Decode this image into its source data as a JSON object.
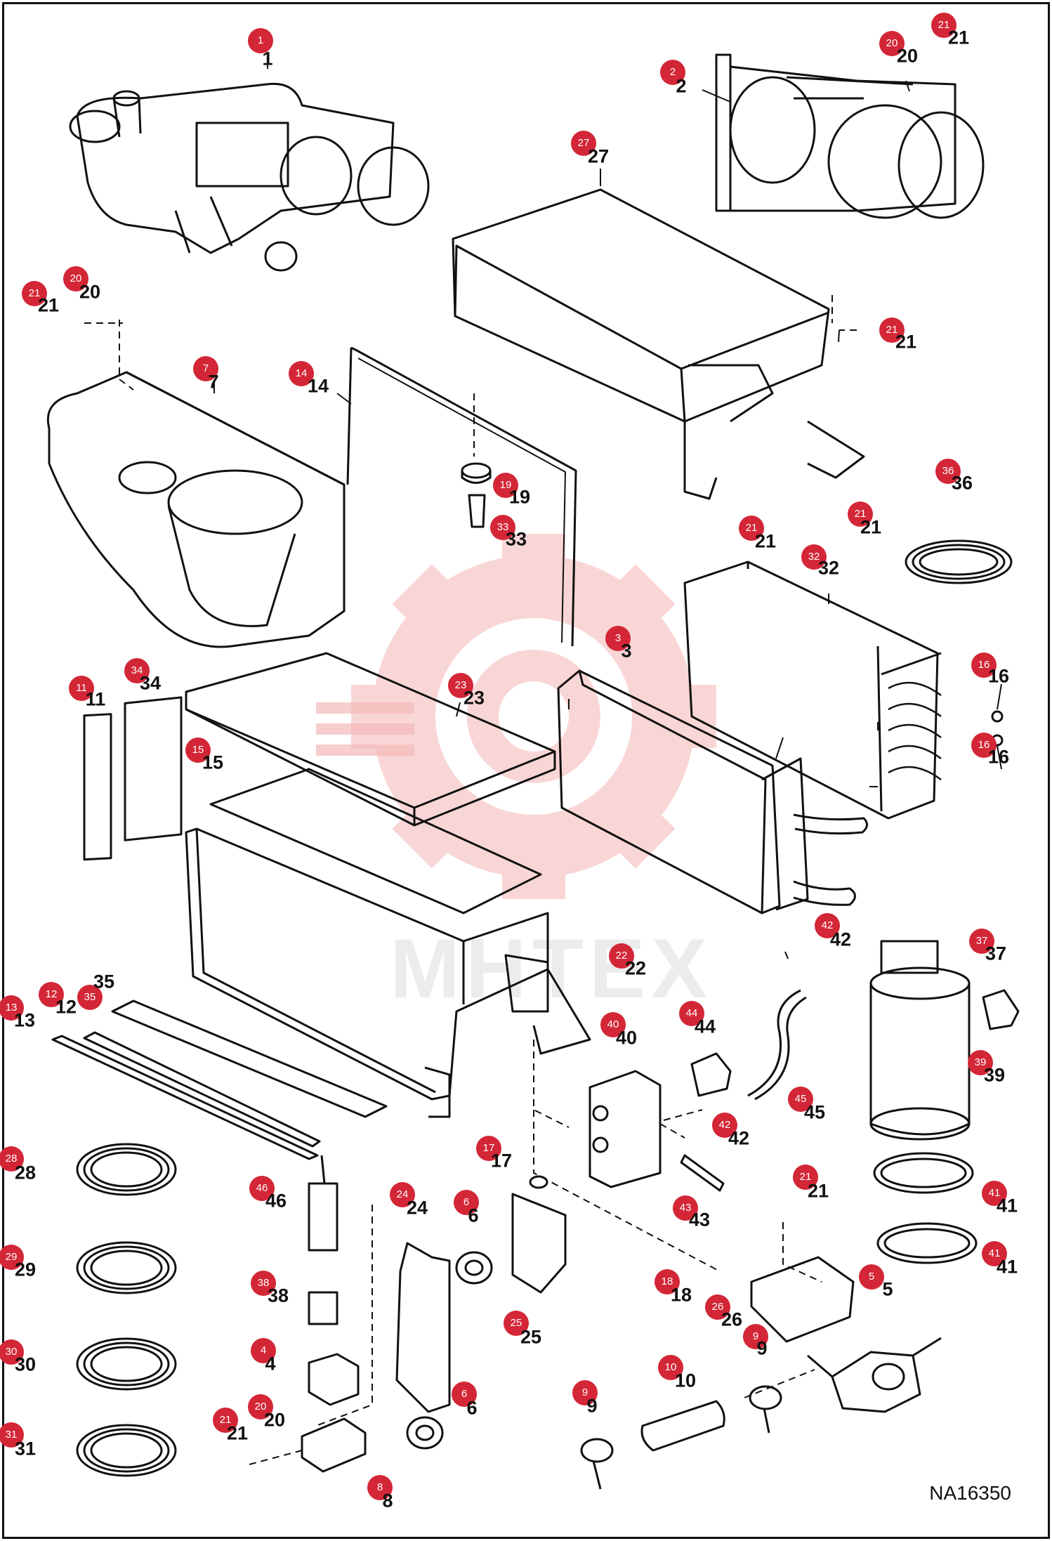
{
  "drawing_id": "NA16350",
  "watermark_text": "MHTEX",
  "badge_color": "#d32636",
  "callouts": [
    {
      "id": "c1",
      "n": "1"
    },
    {
      "id": "c2",
      "n": "2"
    },
    {
      "id": "c20a",
      "n": "20"
    },
    {
      "id": "c21a",
      "n": "21"
    },
    {
      "id": "c27",
      "n": "27"
    },
    {
      "id": "c21b",
      "n": "21"
    },
    {
      "id": "c20b",
      "n": "20"
    },
    {
      "id": "c7",
      "n": "7"
    },
    {
      "id": "c14",
      "n": "14"
    },
    {
      "id": "c21c",
      "n": "21"
    },
    {
      "id": "c19",
      "n": "19"
    },
    {
      "id": "c33",
      "n": "33"
    },
    {
      "id": "c21d",
      "n": "21"
    },
    {
      "id": "c21e",
      "n": "21"
    },
    {
      "id": "c36",
      "n": "36"
    },
    {
      "id": "c32",
      "n": "32"
    },
    {
      "id": "c3",
      "n": "3"
    },
    {
      "id": "c16a",
      "n": "16"
    },
    {
      "id": "c16b",
      "n": "16"
    },
    {
      "id": "c11",
      "n": "11"
    },
    {
      "id": "c34",
      "n": "34"
    },
    {
      "id": "c23",
      "n": "23"
    },
    {
      "id": "c15",
      "n": "15"
    },
    {
      "id": "c42a",
      "n": "42"
    },
    {
      "id": "c37",
      "n": "37"
    },
    {
      "id": "c22",
      "n": "22"
    },
    {
      "id": "c35",
      "n": "35"
    },
    {
      "id": "c12",
      "n": "12"
    },
    {
      "id": "c13",
      "n": "13"
    },
    {
      "id": "c40",
      "n": "40"
    },
    {
      "id": "c44",
      "n": "44"
    },
    {
      "id": "c39",
      "n": "39"
    },
    {
      "id": "c45",
      "n": "45"
    },
    {
      "id": "c42b",
      "n": "42"
    },
    {
      "id": "c28",
      "n": "28"
    },
    {
      "id": "c17",
      "n": "17"
    },
    {
      "id": "c43",
      "n": "43"
    },
    {
      "id": "c21f",
      "n": "21"
    },
    {
      "id": "c46",
      "n": "46"
    },
    {
      "id": "c24",
      "n": "24"
    },
    {
      "id": "c6a",
      "n": "6"
    },
    {
      "id": "c41a",
      "n": "41"
    },
    {
      "id": "c29",
      "n": "29"
    },
    {
      "id": "c38",
      "n": "38"
    },
    {
      "id": "c25",
      "n": "25"
    },
    {
      "id": "c18",
      "n": "18"
    },
    {
      "id": "c26",
      "n": "26"
    },
    {
      "id": "c5",
      "n": "5"
    },
    {
      "id": "c41b",
      "n": "41"
    },
    {
      "id": "c9a",
      "n": "9"
    },
    {
      "id": "c30",
      "n": "30"
    },
    {
      "id": "c4",
      "n": "4"
    },
    {
      "id": "c10",
      "n": "10"
    },
    {
      "id": "c9b",
      "n": "9"
    },
    {
      "id": "c21g",
      "n": "21"
    },
    {
      "id": "c20c",
      "n": "20"
    },
    {
      "id": "c6b",
      "n": "6"
    },
    {
      "id": "c31",
      "n": "31"
    },
    {
      "id": "c8",
      "n": "8"
    }
  ]
}
